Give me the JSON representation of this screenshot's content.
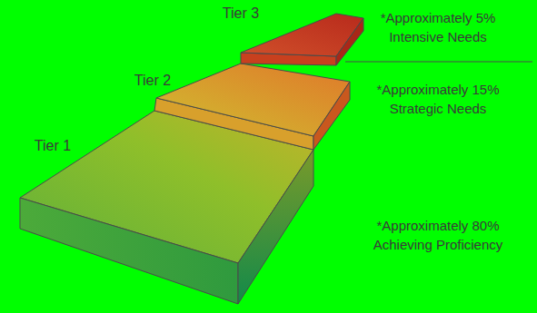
{
  "diagram": {
    "nodes": [
      {
        "text": [
          "Tier 3",
          "*Approximately 5% Intensive Needs"
        ]
      },
      {
        "text": [
          "Tier 2",
          "*Approximately 15% Strategic Needs"
        ]
      },
      {
        "text": [
          "Tier 1",
          "*Approximately 80% Achieving Proficiency"
        ]
      }
    ]
  }
}
